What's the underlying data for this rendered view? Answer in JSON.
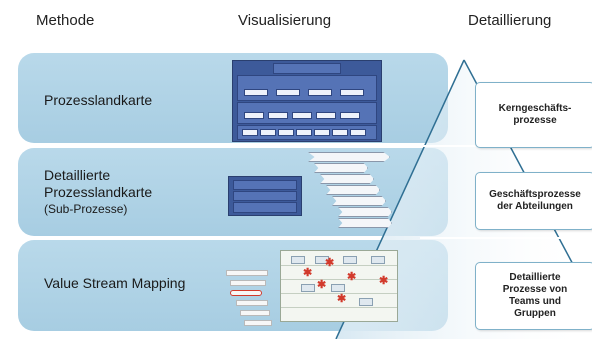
{
  "headers": {
    "methode": "Methode",
    "visualisierung": "Visualisierung",
    "detaillierung": "Detaillierung"
  },
  "bands": [
    {
      "line1": "Prozesslandkarte",
      "line2": "",
      "line3": ""
    },
    {
      "line1": "Detaillierte",
      "line2": "Prozesslandkarte",
      "line3": "(Sub-Prozesse)"
    },
    {
      "line1": "Value Stream Mapping",
      "line2": "",
      "line3": ""
    }
  ],
  "detail_boxes": [
    {
      "line1": "Kerngeschäfts-",
      "line2": "prozesse",
      "line3": "",
      "line4": ""
    },
    {
      "line1": "Geschäftsprozesse",
      "line2": "der Abteilungen",
      "line3": "",
      "line4": ""
    },
    {
      "line1": "Detaillierte",
      "line2": "Prozesse von",
      "line3": "Teams und",
      "line4": "Gruppen"
    }
  ],
  "colors": {
    "band": "#a7cde2",
    "triangle_edge": "#2f6f93",
    "map_blue": "#3d5a9a",
    "marker_red": "#d23a2c"
  }
}
